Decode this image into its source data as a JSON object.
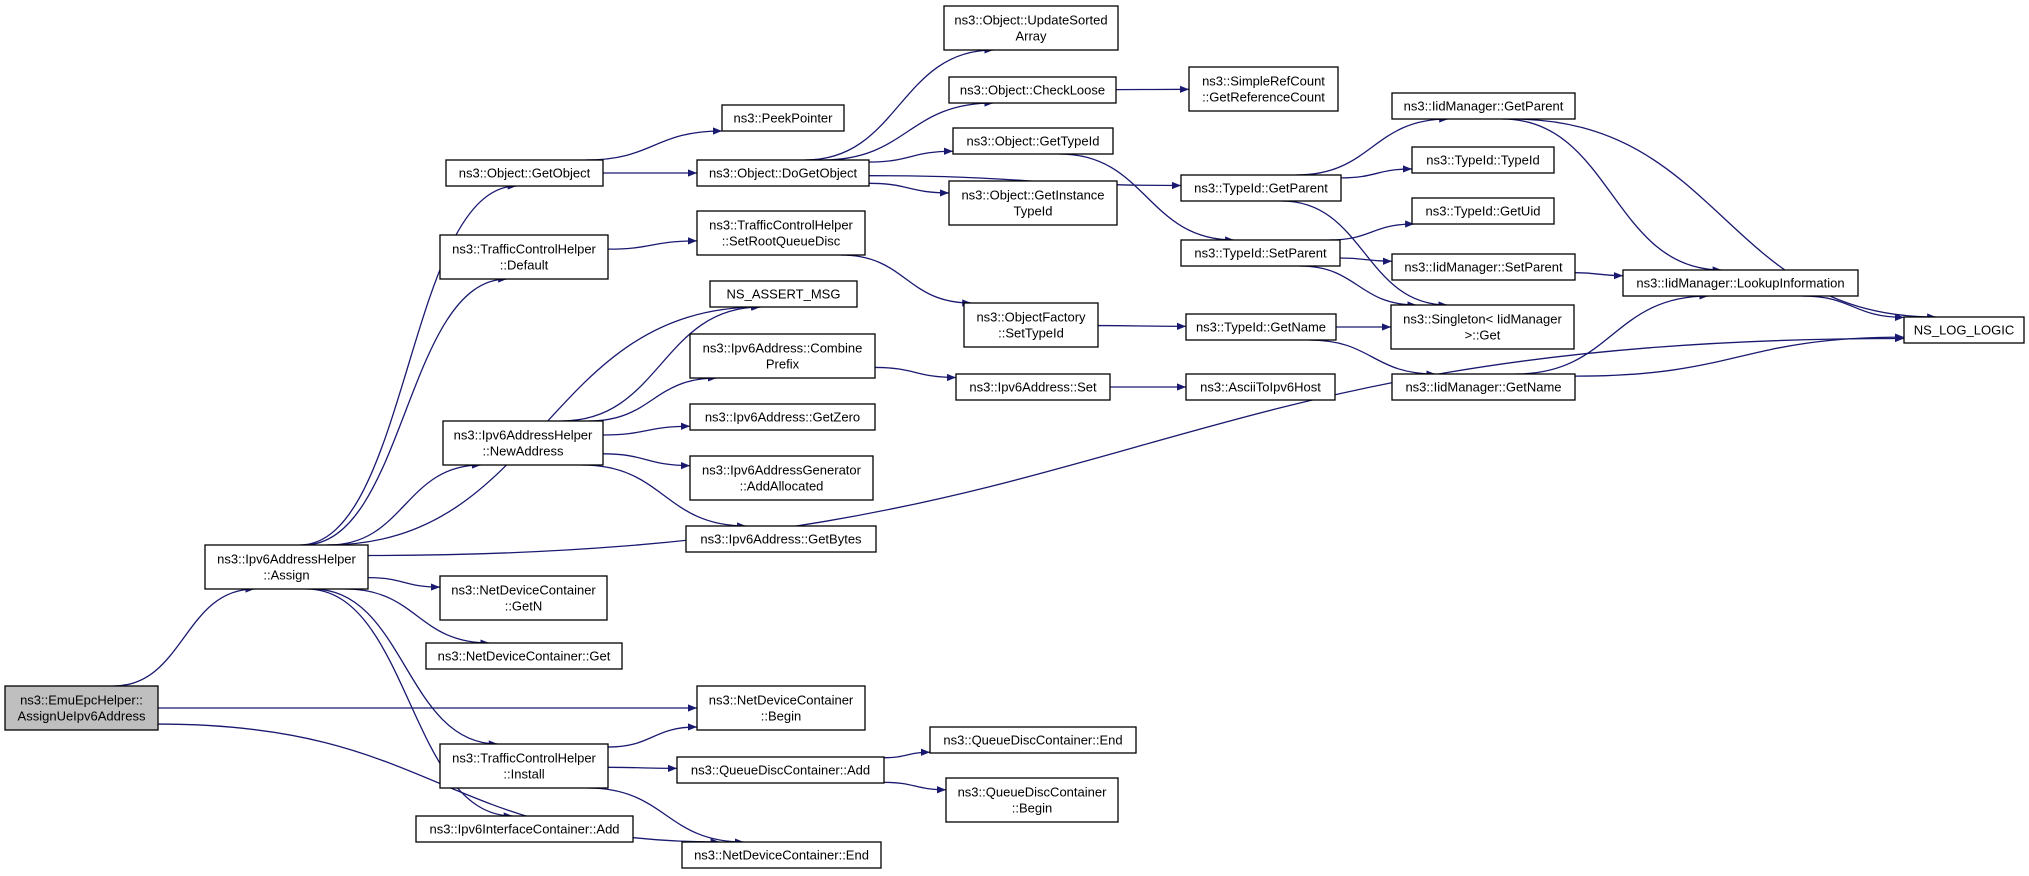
{
  "diagram": {
    "title": "",
    "colors": {
      "edge": "#191970",
      "node_border": "#000000",
      "root_fill": "#bfbfbf",
      "node_fill": "#ffffff"
    },
    "nodes": [
      {
        "id": "root",
        "lines": [
          "ns3::EmuEpcHelper::",
          "AssignUeIpv6Address"
        ]
      },
      {
        "id": "ipv6helper_assign",
        "lines": [
          "ns3::Ipv6AddressHelper",
          "::Assign"
        ]
      },
      {
        "id": "object_getobject",
        "lines": [
          "ns3::Object::GetObject"
        ]
      },
      {
        "id": "tch_default",
        "lines": [
          "ns3::TrafficControlHelper",
          "::Default"
        ]
      },
      {
        "id": "ipv6helper_newaddress",
        "lines": [
          "ns3::Ipv6AddressHelper",
          "::NewAddress"
        ]
      },
      {
        "id": "ndc_getn",
        "lines": [
          "ns3::NetDeviceContainer",
          "::GetN"
        ]
      },
      {
        "id": "ndc_get",
        "lines": [
          "ns3::NetDeviceContainer::Get"
        ]
      },
      {
        "id": "tch_install",
        "lines": [
          "ns3::TrafficControlHelper",
          "::Install"
        ]
      },
      {
        "id": "ipv6ic_add",
        "lines": [
          "ns3::Ipv6InterfaceContainer::Add"
        ]
      },
      {
        "id": "peekpointer",
        "lines": [
          "ns3::PeekPointer"
        ]
      },
      {
        "id": "object_dogetobject",
        "lines": [
          "ns3::Object::DoGetObject"
        ]
      },
      {
        "id": "tch_setrootqueuedisc",
        "lines": [
          "ns3::TrafficControlHelper",
          "::SetRootQueueDisc"
        ]
      },
      {
        "id": "ns_assert_msg",
        "lines": [
          "NS_ASSERT_MSG"
        ]
      },
      {
        "id": "ipv6addr_combineprefix",
        "lines": [
          "ns3::Ipv6Address::Combine",
          "Prefix"
        ]
      },
      {
        "id": "ipv6addr_getzero",
        "lines": [
          "ns3::Ipv6Address::GetZero"
        ]
      },
      {
        "id": "ipv6gen_addallocated",
        "lines": [
          "ns3::Ipv6AddressGenerator",
          "::AddAllocated"
        ]
      },
      {
        "id": "ipv6addr_getbytes",
        "lines": [
          "ns3::Ipv6Address::GetBytes"
        ]
      },
      {
        "id": "ndc_begin",
        "lines": [
          "ns3::NetDeviceContainer",
          "::Begin"
        ]
      },
      {
        "id": "qdc_add",
        "lines": [
          "ns3::QueueDiscContainer::Add"
        ]
      },
      {
        "id": "ndc_end",
        "lines": [
          "ns3::NetDeviceContainer::End"
        ]
      },
      {
        "id": "object_updatesortedarray",
        "lines": [
          "ns3::Object::UpdateSorted",
          "Array"
        ]
      },
      {
        "id": "object_checkloose",
        "lines": [
          "ns3::Object::CheckLoose"
        ]
      },
      {
        "id": "object_gettypeid",
        "lines": [
          "ns3::Object::GetTypeId"
        ]
      },
      {
        "id": "object_getinstancetypeid",
        "lines": [
          "ns3::Object::GetInstance",
          "TypeId"
        ]
      },
      {
        "id": "objectfactory_settypeid",
        "lines": [
          "ns3::ObjectFactory",
          "::SetTypeId"
        ]
      },
      {
        "id": "ipv6addr_set",
        "lines": [
          "ns3::Ipv6Address::Set"
        ]
      },
      {
        "id": "qdc_end",
        "lines": [
          "ns3::QueueDiscContainer::End"
        ]
      },
      {
        "id": "qdc_begin",
        "lines": [
          "ns3::QueueDiscContainer",
          "::Begin"
        ]
      },
      {
        "id": "simplerefcount_getref",
        "lines": [
          "ns3::SimpleRefCount",
          "::GetReferenceCount"
        ]
      },
      {
        "id": "typeid_getparent",
        "lines": [
          "ns3::TypeId::GetParent"
        ]
      },
      {
        "id": "typeid_setparent",
        "lines": [
          "ns3::TypeId::SetParent"
        ]
      },
      {
        "id": "typeid_getname",
        "lines": [
          "ns3::TypeId::GetName"
        ]
      },
      {
        "id": "asciitoipv6host",
        "lines": [
          "ns3::AsciiToIpv6Host"
        ]
      },
      {
        "id": "iidmanager_getparent",
        "lines": [
          "ns3::IidManager::GetParent"
        ]
      },
      {
        "id": "typeid_typeid",
        "lines": [
          "ns3::TypeId::TypeId"
        ]
      },
      {
        "id": "typeid_getuid",
        "lines": [
          "ns3::TypeId::GetUid"
        ]
      },
      {
        "id": "iidmanager_setparent",
        "lines": [
          "ns3::IidManager::SetParent"
        ]
      },
      {
        "id": "singleton_get",
        "lines": [
          "ns3::Singleton< IidManager",
          " >::Get"
        ]
      },
      {
        "id": "iidmanager_getname",
        "lines": [
          "ns3::IidManager::GetName"
        ]
      },
      {
        "id": "iidmanager_lookupinformation",
        "lines": [
          "ns3::IidManager::LookupInformation"
        ]
      },
      {
        "id": "ns_log_logic",
        "lines": [
          "NS_LOG_LOGIC"
        ]
      }
    ],
    "edges": [
      [
        "root",
        "ipv6helper_assign"
      ],
      [
        "root",
        "ndc_begin"
      ],
      [
        "root",
        "ndc_end"
      ],
      [
        "ipv6helper_assign",
        "object_getobject"
      ],
      [
        "ipv6helper_assign",
        "tch_default"
      ],
      [
        "ipv6helper_assign",
        "ns_assert_msg"
      ],
      [
        "ipv6helper_assign",
        "ipv6helper_newaddress"
      ],
      [
        "ipv6helper_assign",
        "ndc_getn"
      ],
      [
        "ipv6helper_assign",
        "ndc_get"
      ],
      [
        "ipv6helper_assign",
        "tch_install"
      ],
      [
        "ipv6helper_assign",
        "ipv6ic_add"
      ],
      [
        "ipv6helper_assign",
        "ns_log_logic"
      ],
      [
        "object_getobject",
        "peekpointer"
      ],
      [
        "object_getobject",
        "object_dogetobject"
      ],
      [
        "object_dogetobject",
        "object_updatesortedarray"
      ],
      [
        "object_dogetobject",
        "object_checkloose"
      ],
      [
        "object_dogetobject",
        "object_gettypeid"
      ],
      [
        "object_dogetobject",
        "object_getinstancetypeid"
      ],
      [
        "object_dogetobject",
        "typeid_getparent"
      ],
      [
        "object_checkloose",
        "simplerefcount_getref"
      ],
      [
        "object_gettypeid",
        "typeid_setparent"
      ],
      [
        "tch_default",
        "tch_setrootqueuedisc"
      ],
      [
        "tch_setrootqueuedisc",
        "objectfactory_settypeid"
      ],
      [
        "objectfactory_settypeid",
        "typeid_getname"
      ],
      [
        "ipv6helper_newaddress",
        "ns_assert_msg"
      ],
      [
        "ipv6helper_newaddress",
        "ipv6addr_combineprefix"
      ],
      [
        "ipv6helper_newaddress",
        "ipv6addr_getzero"
      ],
      [
        "ipv6helper_newaddress",
        "ipv6gen_addallocated"
      ],
      [
        "ipv6helper_newaddress",
        "ipv6addr_getbytes"
      ],
      [
        "ipv6addr_combineprefix",
        "ipv6addr_set"
      ],
      [
        "ipv6addr_set",
        "asciitoipv6host"
      ],
      [
        "tch_install",
        "ndc_begin"
      ],
      [
        "tch_install",
        "qdc_add"
      ],
      [
        "tch_install",
        "ndc_end"
      ],
      [
        "qdc_add",
        "qdc_end"
      ],
      [
        "qdc_add",
        "qdc_begin"
      ],
      [
        "typeid_getparent",
        "iidmanager_getparent"
      ],
      [
        "typeid_getparent",
        "typeid_typeid"
      ],
      [
        "typeid_getparent",
        "singleton_get"
      ],
      [
        "typeid_setparent",
        "typeid_getuid"
      ],
      [
        "typeid_setparent",
        "iidmanager_setparent"
      ],
      [
        "typeid_setparent",
        "singleton_get"
      ],
      [
        "typeid_getname",
        "singleton_get"
      ],
      [
        "typeid_getname",
        "iidmanager_getname"
      ],
      [
        "iidmanager_getparent",
        "iidmanager_lookupinformation"
      ],
      [
        "iidmanager_getparent",
        "ns_log_logic"
      ],
      [
        "iidmanager_setparent",
        "iidmanager_lookupinformation"
      ],
      [
        "iidmanager_getname",
        "iidmanager_lookupinformation"
      ],
      [
        "iidmanager_getname",
        "ns_log_logic"
      ],
      [
        "iidmanager_lookupinformation",
        "ns_log_logic"
      ]
    ]
  }
}
